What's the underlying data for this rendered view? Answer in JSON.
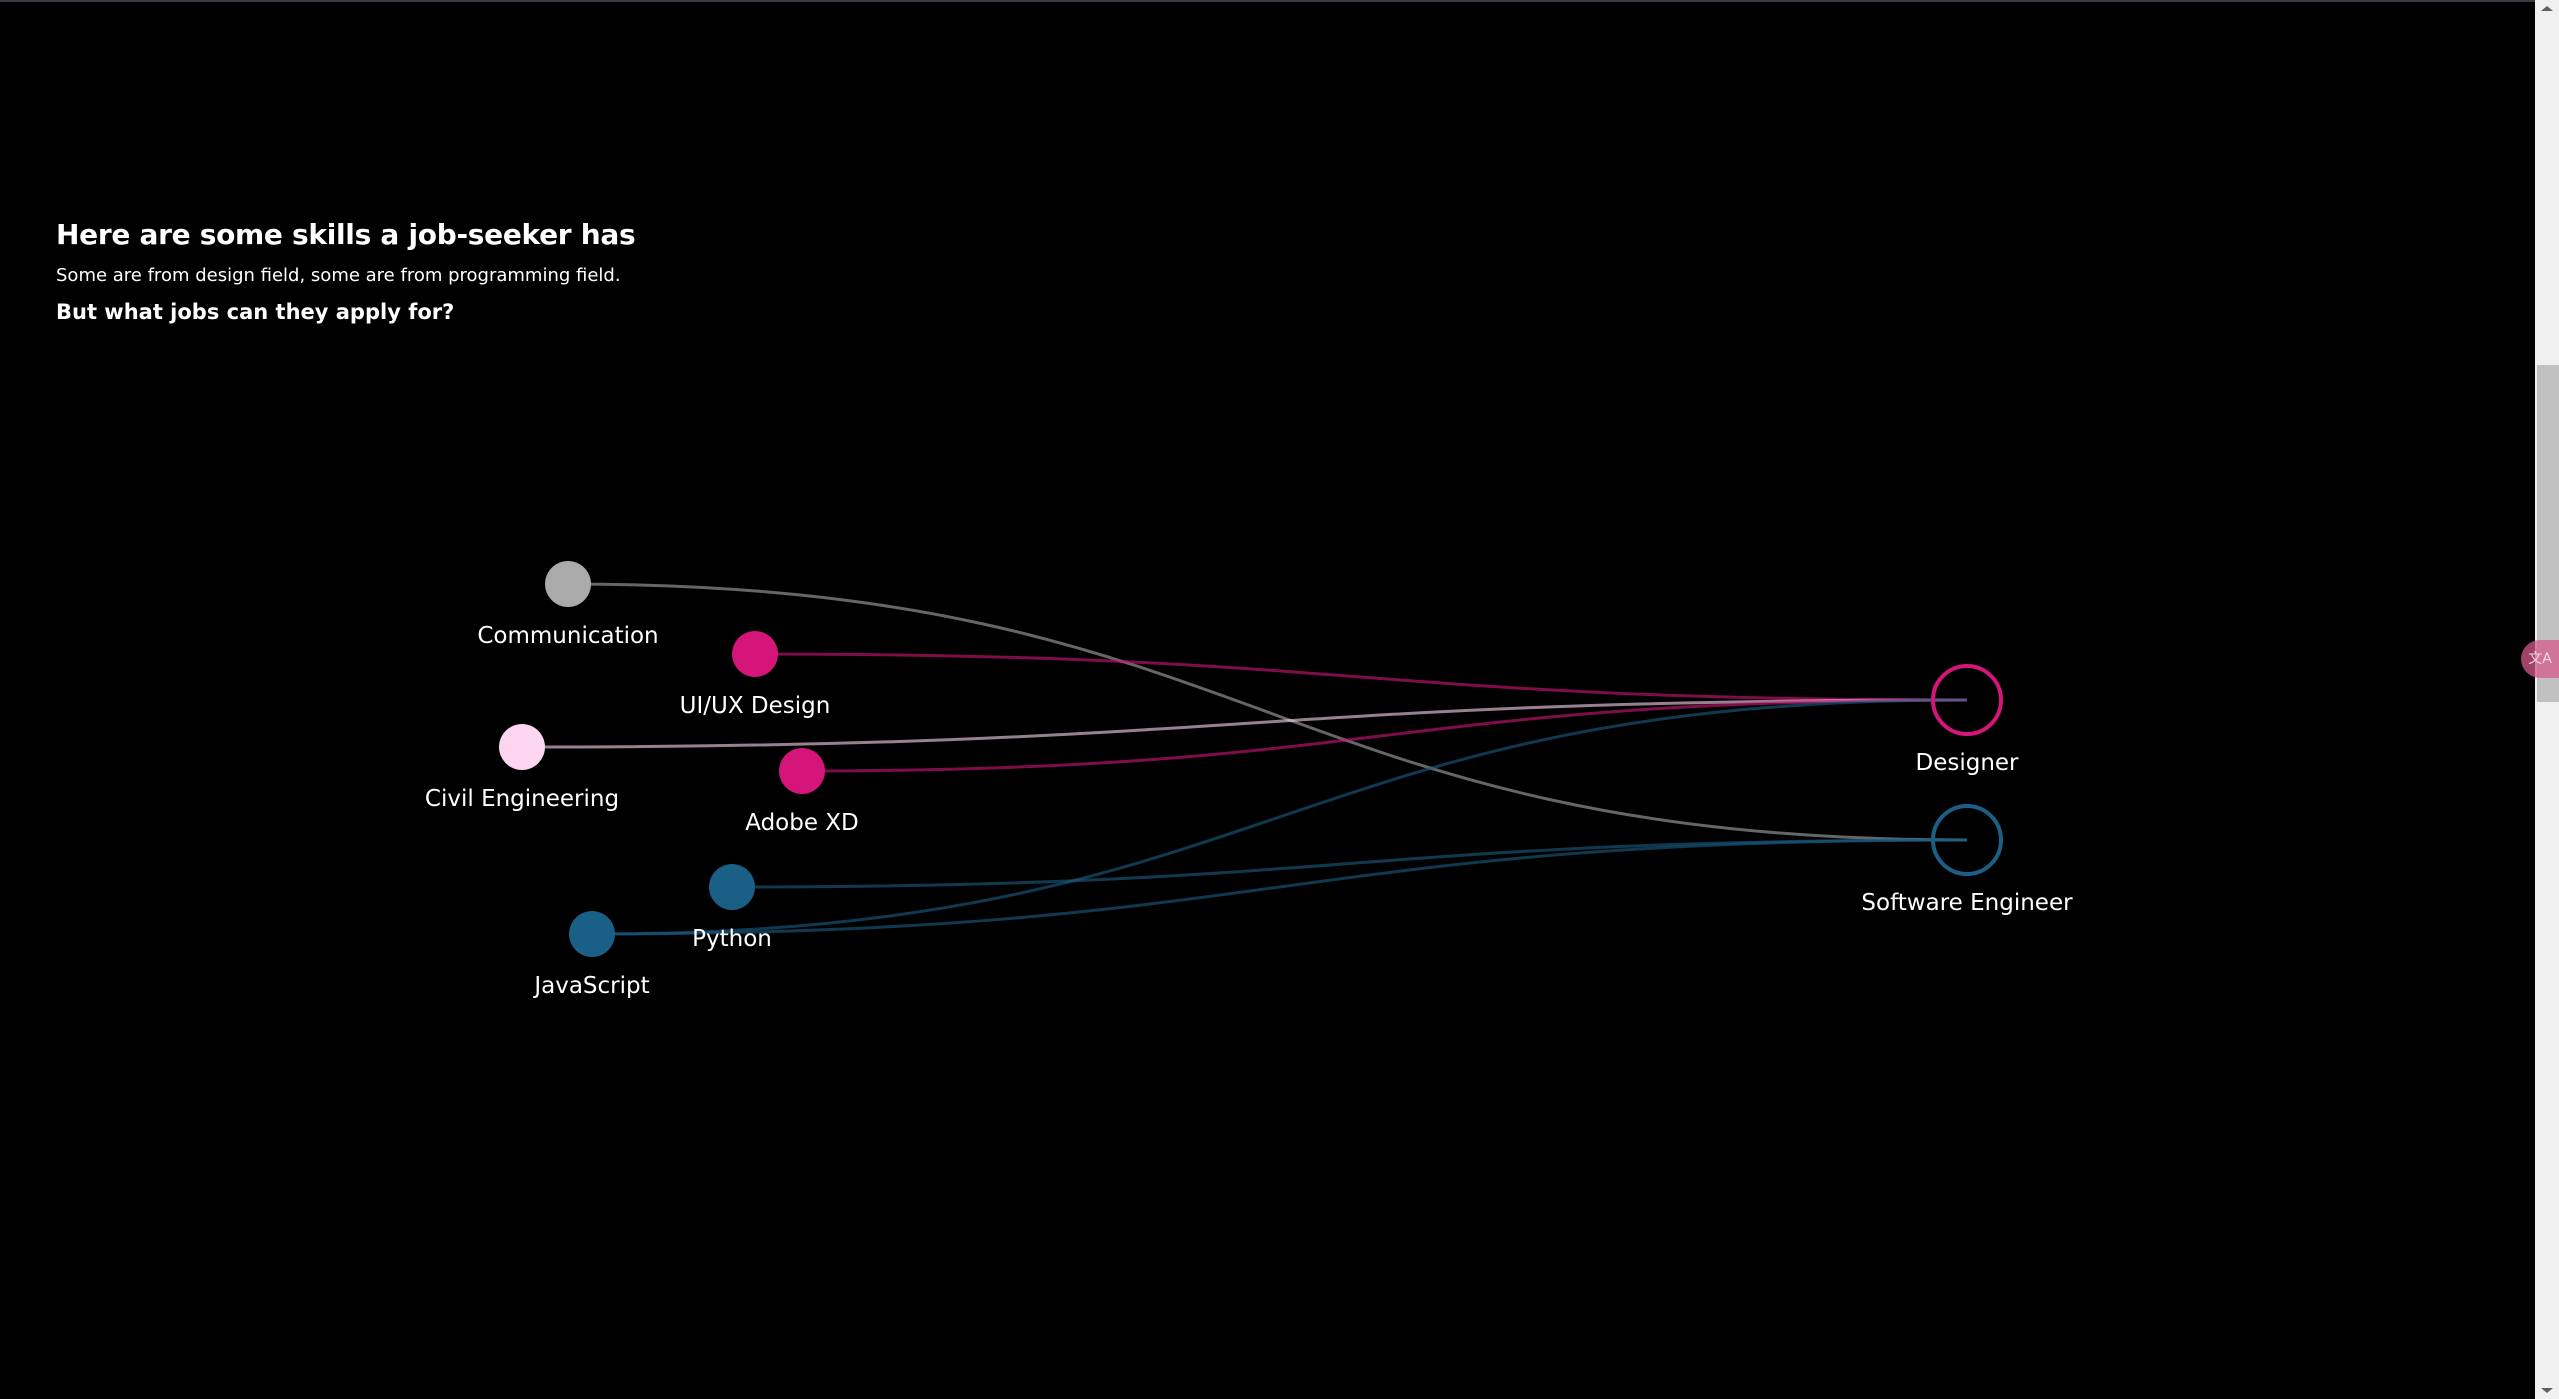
{
  "intro": {
    "title": "Here are some skills a job-seeker has",
    "subtitle": "Some are from design field, some are from programming field.",
    "question": "But what jobs can they apply for?"
  },
  "colors": {
    "gray": "#aaaaaa",
    "pink": "#d4157a",
    "light_pink": "#fcd5f0",
    "blue": "#1a5f85"
  },
  "skills": [
    {
      "id": "communication",
      "label": "Communication",
      "color": "#aaaaaa"
    },
    {
      "id": "uiux",
      "label": "UI/UX Design",
      "color": "#d4157a"
    },
    {
      "id": "civil",
      "label": "Civil Engineering",
      "color": "#fcd5f0"
    },
    {
      "id": "adobexd",
      "label": "Adobe XD",
      "color": "#d4157a"
    },
    {
      "id": "python",
      "label": "Python",
      "color": "#1a5f85"
    },
    {
      "id": "javascript",
      "label": "JavaScript",
      "color": "#1a5f85"
    }
  ],
  "jobs": [
    {
      "id": "designer",
      "label": "Designer",
      "color": "#d4157a"
    },
    {
      "id": "swe",
      "label": "Software Engineer",
      "color": "#1a5f85"
    }
  ],
  "links": [
    {
      "source": "communication",
      "target": "swe"
    },
    {
      "source": "uiux",
      "target": "designer"
    },
    {
      "source": "civil",
      "target": "designer"
    },
    {
      "source": "adobexd",
      "target": "designer"
    },
    {
      "source": "python",
      "target": "swe"
    },
    {
      "source": "javascript",
      "target": "designer"
    },
    {
      "source": "javascript",
      "target": "swe"
    }
  ],
  "translate_widget": {
    "icon": "translate-icon"
  }
}
